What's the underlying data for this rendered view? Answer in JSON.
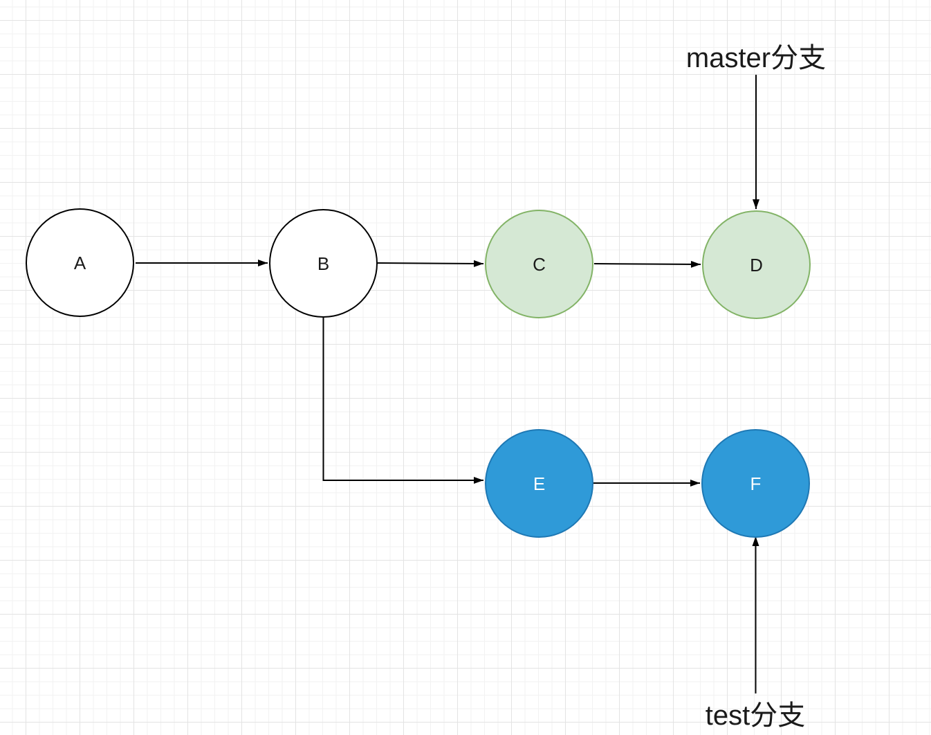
{
  "colors": {
    "canvas_bg": "#ffffff",
    "grid_minor": "#f2f2f2",
    "grid_major": "#e3e3e3",
    "edge": "#000000",
    "default_fill": "#ffffff",
    "default_stroke": "#000000",
    "green_fill": "#d5e8d4",
    "green_stroke": "#82b366",
    "blue_fill": "#2f9ad8",
    "blue_stroke": "#1e78b4",
    "label_dark": "#1a1a1a",
    "label_light": "#ffffff"
  },
  "diagram": {
    "type": "git-branch-commit-diagram",
    "branch_labels": {
      "master": "master分支",
      "test": "test分支"
    },
    "nodes": [
      {
        "id": "A",
        "label": "A",
        "style": "default"
      },
      {
        "id": "B",
        "label": "B",
        "style": "default"
      },
      {
        "id": "C",
        "label": "C",
        "style": "green"
      },
      {
        "id": "D",
        "label": "D",
        "style": "green"
      },
      {
        "id": "E",
        "label": "E",
        "style": "blue"
      },
      {
        "id": "F",
        "label": "F",
        "style": "blue"
      }
    ],
    "edges": [
      {
        "from": "A",
        "to": "B"
      },
      {
        "from": "B",
        "to": "C"
      },
      {
        "from": "C",
        "to": "D"
      },
      {
        "from": "B",
        "to": "E"
      },
      {
        "from": "E",
        "to": "F"
      },
      {
        "from": "master分支",
        "to": "D"
      },
      {
        "from": "test分支",
        "to": "F"
      }
    ]
  }
}
